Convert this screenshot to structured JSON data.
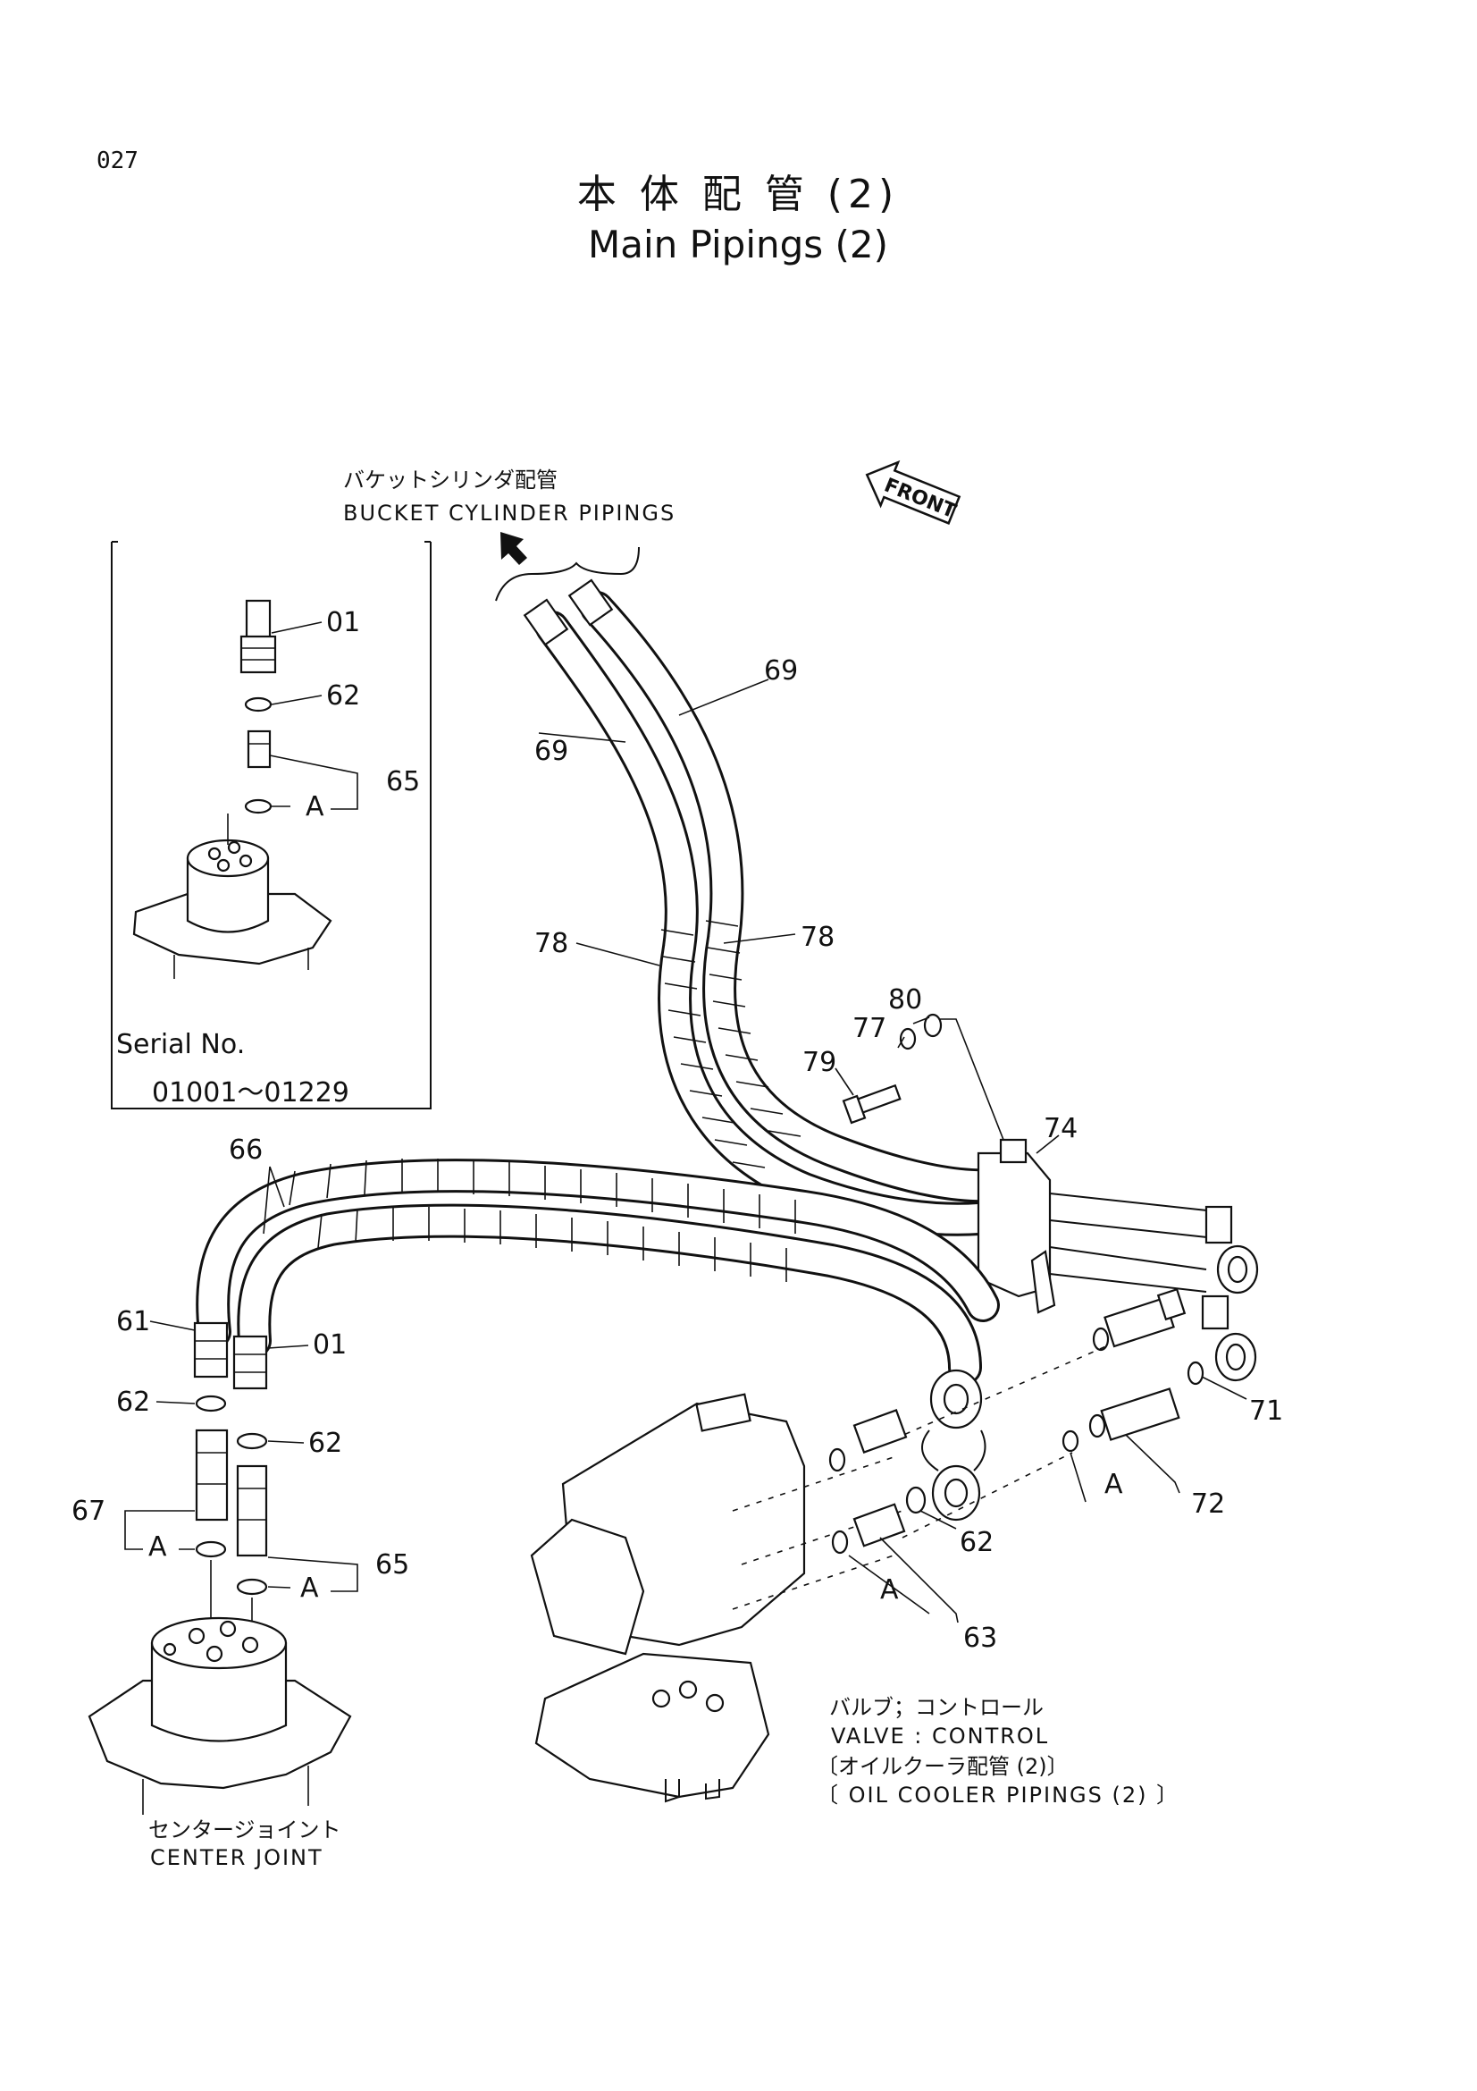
{
  "page_number": "027",
  "title_jp": "本 体 配 管 (2)",
  "title_en": "Main Pipings (2)",
  "front_arrow": "FRONT",
  "callouts": {
    "bucket_jp": "バケットシリンダ配管",
    "bucket_en": "BUCKET CYLINDER PIPINGS",
    "valve_jp": "バルブ；コントロール",
    "valve_en": "VALVE : CONTROL",
    "oil_jp": "〔オイルクーラ配管 (2)〕",
    "oil_en": "〔 OIL  COOLER  PIPINGS (2) 〕",
    "center_jp": "センタージョイント",
    "center_en": "CENTER  JOINT"
  },
  "inset": {
    "serial_label": "Serial  No.",
    "serial_range": "01001〜01229",
    "labels": {
      "p01": "01",
      "p62": "62",
      "p65": "65",
      "a": "A"
    }
  },
  "parts": {
    "p69a": "69",
    "p69b": "69",
    "p78a": "78",
    "p78b": "78",
    "p80": "80",
    "p77": "77",
    "p79": "79",
    "p74": "74",
    "p66": "66",
    "p61": "61",
    "p01": "01",
    "p62a": "62",
    "p62b": "62",
    "p62c": "62",
    "p67": "67",
    "p65": "65",
    "p71": "71",
    "p72": "72",
    "p63": "63",
    "a1": "A",
    "a2": "A",
    "a3": "A",
    "a4": "A"
  }
}
